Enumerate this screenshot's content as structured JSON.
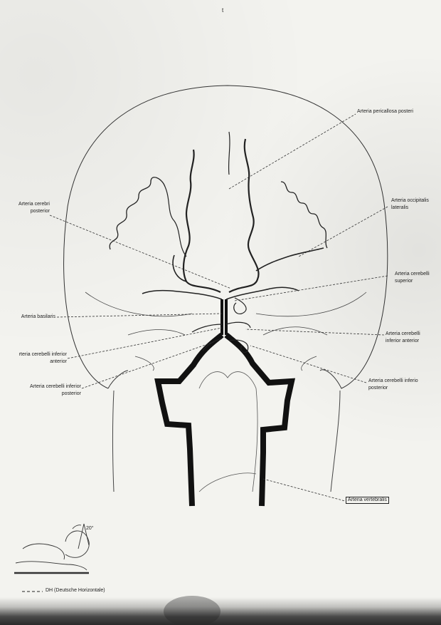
{
  "labels": {
    "pericallosa": "Arteria pericallosa posteri",
    "cerebri_posterior_1": "Arteria cerebri",
    "cerebri_posterior_2": "posterior",
    "occipitalis_1": "Arteria occipitalis",
    "occipitalis_2": "lateralis",
    "cerebelli_superior_1": "Arteria cerebelli",
    "cerebelli_superior_2": "superior",
    "basilaris": "Arteria basilaris",
    "cerebelli_inf_ant_left_1": "rteria cerebelli inferior",
    "cerebelli_inf_ant_left_2": "anterior",
    "cerebelli_inf_ant_right_1": "Arteria cerebelli",
    "cerebelli_inf_ant_right_2": "inferior anterior",
    "cerebelli_inf_post_left_1": "Arteria cerebelli inferior",
    "cerebelli_inf_post_left_2": "posterior",
    "cerebelli_inf_post_right_1": "Arteria cerebelli inferio",
    "cerebelli_inf_post_right_2": "posterior",
    "vertebralis": "Arteria vertebralis"
  },
  "angle_label": "20°",
  "legend": "DH (Deutsche Horizontale)",
  "top_mark": "t"
}
